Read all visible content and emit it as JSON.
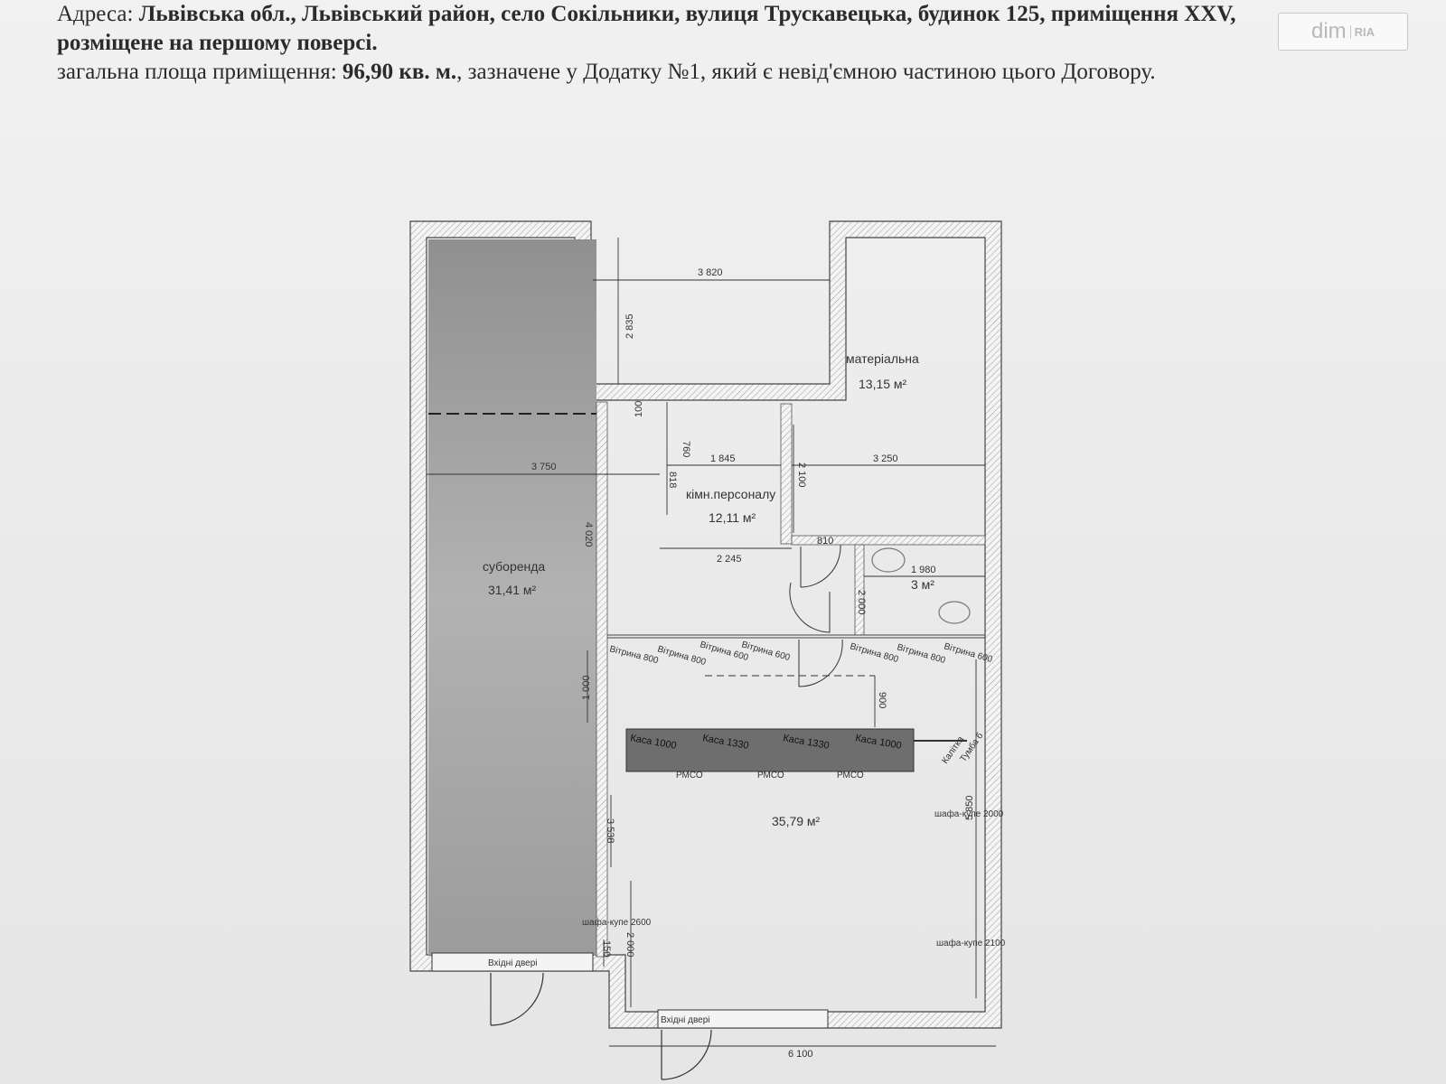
{
  "header": {
    "line1_label": "Адреса: ",
    "line1_address": "Львівська обл., Львівський район, село Сокільники, вулиця Трускавецька, будинок 125, приміщення XXV,",
    "line2": "розміщене на першому поверсі.",
    "line3_prefix": "загальна площа приміщення: ",
    "line3_area": "96,90 кв. м.",
    "line3_suffix": ", зазначене у Додатку №1, який є невід'ємною частиною цього Договору."
  },
  "watermark": {
    "brand": "dim",
    "sub": "RIA"
  },
  "rooms": {
    "materialna_name": "матеріальна",
    "materialna_area": "13,15 м²",
    "staff_name": "кімн.персоналу",
    "staff_area": "12,11 м²",
    "subrent_name": "суборенда",
    "subrent_area": "31,41 м²",
    "wc_area": "3 м²",
    "hall_area": "35,79 м²"
  },
  "dimensions": {
    "d3820": "3 820",
    "d2835": "2 835",
    "d100": "100",
    "d760": "760",
    "d1845": "1 845",
    "d3250": "3 250",
    "d3750": "3 750",
    "d818": "818",
    "d2100": "2 100",
    "d4020": "4 020",
    "d810": "810",
    "d2245": "2 245",
    "d1980": "1 980",
    "d2000a": "2 000",
    "d1000": "1 000",
    "d900": "900",
    "d5850": "5 850",
    "d3538": "3 538",
    "d150": "150",
    "d2000b": "2 000",
    "d6100": "6 100"
  },
  "fixtures": {
    "vitr1": "Вітрина 800",
    "vitr2": "Вітрина 800",
    "vitr3": "Вітрина 600",
    "vitr4": "Вітрина 600",
    "vitr5": "Вітрина 800",
    "vitr6": "Вітрина 800",
    "vitr7": "Вітрина 600",
    "kasa1": "Каса 1000",
    "kasa2": "Каса 1330",
    "kasa3": "Каса 1330",
    "kasa4": "Каса 1000",
    "rmco1": "РМСО",
    "rmco2": "РМСО",
    "rmco3": "РМСО",
    "kalc": "Калітка",
    "tumba": "Тумба б",
    "shafa1": "шафа-купе 2000",
    "shafa2": "шафа-купе 2600",
    "shafa3": "шафа-купе 2100",
    "door1": "Вхідні двері",
    "door2": "Вхідні двері"
  }
}
